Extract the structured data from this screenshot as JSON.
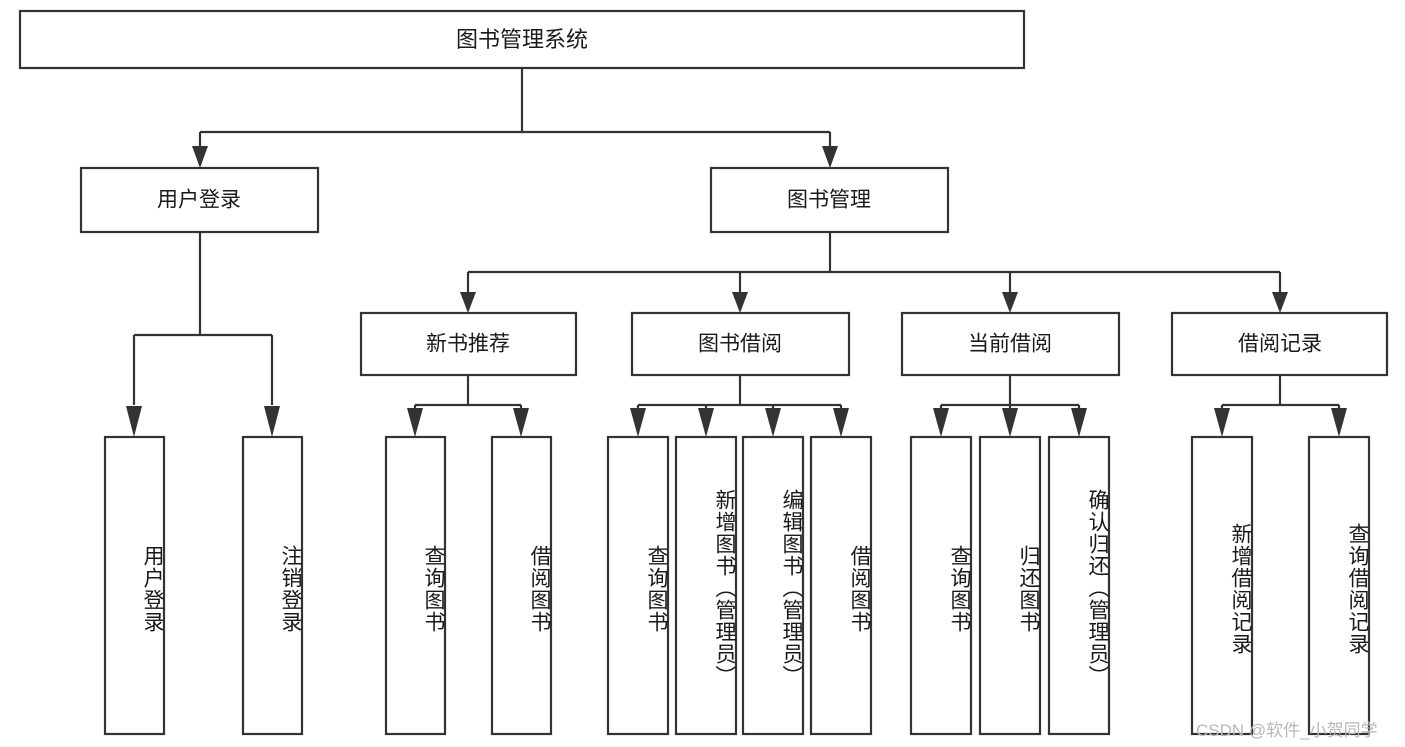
{
  "diagram": {
    "title": "图书管理系统",
    "type": "tree-hierarchy-chart",
    "root": {
      "label": "图书管理系统"
    },
    "level2": [
      {
        "label": "用户登录"
      },
      {
        "label": "图书管理"
      }
    ],
    "level3": [
      {
        "label": "新书推荐"
      },
      {
        "label": "图书借阅"
      },
      {
        "label": "当前借阅"
      },
      {
        "label": "借阅记录"
      }
    ],
    "leaves": {
      "user_login": [
        {
          "label": "用户登录"
        },
        {
          "label": "注销登录"
        }
      ],
      "new_book_recommend": [
        {
          "label": "查询图书"
        },
        {
          "label": "借阅图书"
        }
      ],
      "book_borrow": [
        {
          "label": "查询图书"
        },
        {
          "label": "新增图书（管理员）"
        },
        {
          "label": "编辑图书（管理员）"
        },
        {
          "label": "借阅图书"
        }
      ],
      "current_borrow": [
        {
          "label": "查询图书"
        },
        {
          "label": "归还图书"
        },
        {
          "label": "确认归还（管理员）"
        }
      ],
      "borrow_record": [
        {
          "label": "新增借阅记录"
        },
        {
          "label": "查询借阅记录"
        }
      ]
    }
  },
  "watermark": {
    "text": "CSDN @软件_小贺同学"
  },
  "colors": {
    "stroke": "#333333",
    "fill": "#ffffff",
    "text": "#1a1a1a",
    "watermark": "#b8b8b8"
  }
}
